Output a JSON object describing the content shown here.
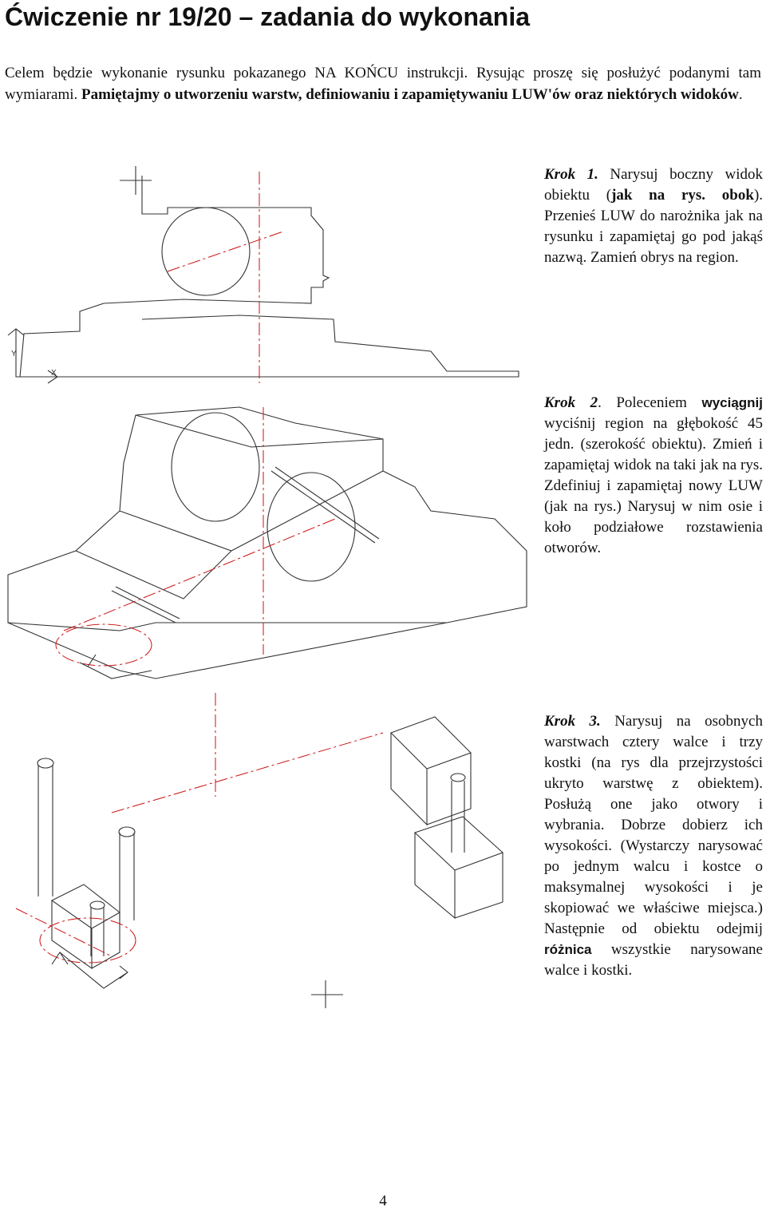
{
  "title": "Ćwiczenie nr 19/20 – zadania do wykonania",
  "intro": {
    "text": "Celem będzie wykonanie rysunku pokazanego NA KOŃCU instrukcji. Rysując proszę się posłużyć podanymi tam wymiarami. ",
    "bold": "Pamiętajmy o utworzeniu warstw, definiowaniu i zapamiętywaniu LUW'ów oraz niektórych widoków",
    "end": "."
  },
  "step1": {
    "label": "Krok 1.",
    "text1": " Narysuj boczny widok obiektu (",
    "bold": "jak na rys. obok",
    "text2": "). Przenieś LUW do narożnika jak na rysunku i zapamiętaj go pod jakąś nazwą. Zamień obrys na region."
  },
  "step2": {
    "label": "Krok 2",
    "text1": ". Poleceniem ",
    "command": "wyciągnij",
    "text2": " wyciśnij region na głębokość 45 jedn. (szerokość obiektu). Zmień i zapamiętaj widok na taki jak na rys. Zdefiniuj i zapamiętaj nowy LUW (jak na rys.) Narysuj w nim osie i koło podziałowe rozstawienia otworów."
  },
  "step3": {
    "label": "Krok 3.",
    "text1": " Narysuj na osobnych warstwach cztery walce i trzy kostki (na rys dla przejrzystości ukryto warstwę z obiektem). Posłużą one jako otwory i wybrania. Dobrze dobierz ich wysokości. (Wystarczy narysować po jednym walcu i kostce o maksymalnej wysokości i je skopiować we właściwe miejsca.) Następnie od obiektu odejmij ",
    "command": "różnica",
    "text2": " wszystkie narysowane walce i kostki."
  },
  "figures": {
    "fig1_ucs_labels": [
      "Y",
      "X"
    ]
  },
  "page_number": "4",
  "colors": {
    "outline": "#333333",
    "axis": "#cc1111"
  }
}
